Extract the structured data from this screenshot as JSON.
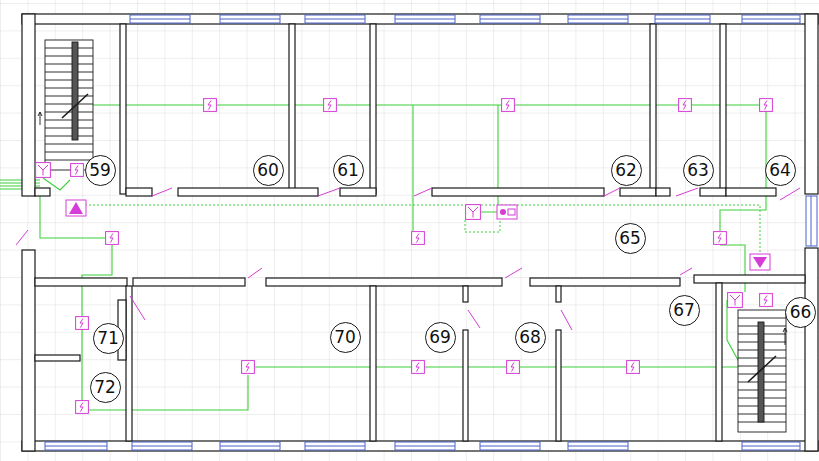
{
  "diagram": {
    "nodes": [
      {
        "text": [
          "59"
        ]
      },
      {
        "text": [
          "60"
        ]
      },
      {
        "text": [
          "61"
        ]
      },
      {
        "text": [
          "62"
        ]
      },
      {
        "text": [
          "63"
        ]
      },
      {
        "text": [
          "64"
        ]
      },
      {
        "text": [
          "65"
        ]
      },
      {
        "text": [
          "67"
        ]
      },
      {
        "text": [
          "66"
        ]
      },
      {
        "text": [
          "71"
        ]
      },
      {
        "text": [
          "70"
        ]
      },
      {
        "text": [
          "69"
        ]
      },
      {
        "text": [
          "68"
        ]
      },
      {
        "text": [
          "72"
        ]
      }
    ]
  }
}
